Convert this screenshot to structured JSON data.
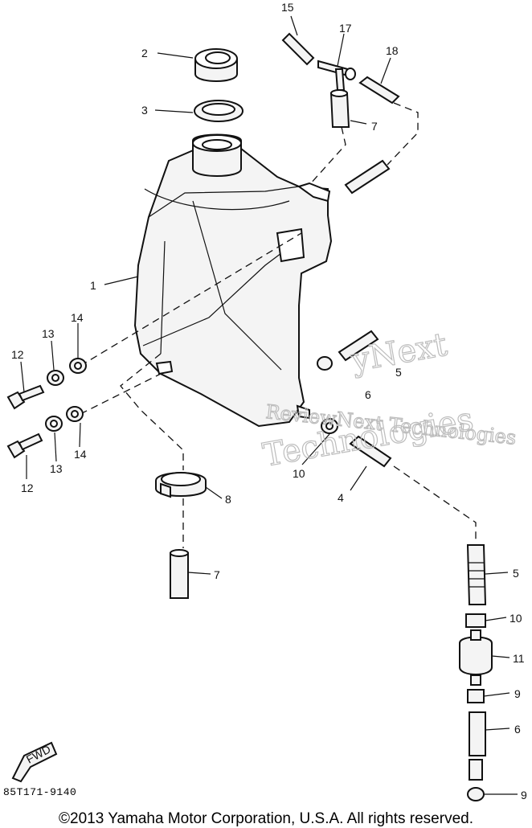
{
  "diagram": {
    "drawing_code": "85T171-9140",
    "copyright": "©2013 Yamaha Motor Corporation, U.S.A. All rights reserved.",
    "watermark_lines": [
      "ReviewNext Technologies",
      "Technologies",
      "yNext"
    ],
    "fwd_badge": "FWD",
    "callouts": [
      {
        "id": "c2",
        "text": "2"
      },
      {
        "id": "c3",
        "text": "3"
      },
      {
        "id": "c15",
        "text": "15"
      },
      {
        "id": "c17",
        "text": "17"
      },
      {
        "id": "c18",
        "text": "18"
      },
      {
        "id": "c7a",
        "text": "7"
      },
      {
        "id": "c1",
        "text": "1"
      },
      {
        "id": "c14a",
        "text": "14"
      },
      {
        "id": "c13a",
        "text": "13"
      },
      {
        "id": "c12a",
        "text": "12"
      },
      {
        "id": "c14b",
        "text": "14"
      },
      {
        "id": "c13b",
        "text": "13"
      },
      {
        "id": "c12b",
        "text": "12"
      },
      {
        "id": "c5a",
        "text": "5"
      },
      {
        "id": "c6a",
        "text": "6"
      },
      {
        "id": "c10a",
        "text": "10"
      },
      {
        "id": "c4",
        "text": "4"
      },
      {
        "id": "c8",
        "text": "8"
      },
      {
        "id": "c7b",
        "text": "7"
      },
      {
        "id": "c5b",
        "text": "5"
      },
      {
        "id": "c10b",
        "text": "10"
      },
      {
        "id": "c11",
        "text": "11"
      },
      {
        "id": "c9a",
        "text": "9"
      },
      {
        "id": "c6b",
        "text": "6"
      },
      {
        "id": "c9b",
        "text": "9"
      }
    ]
  }
}
